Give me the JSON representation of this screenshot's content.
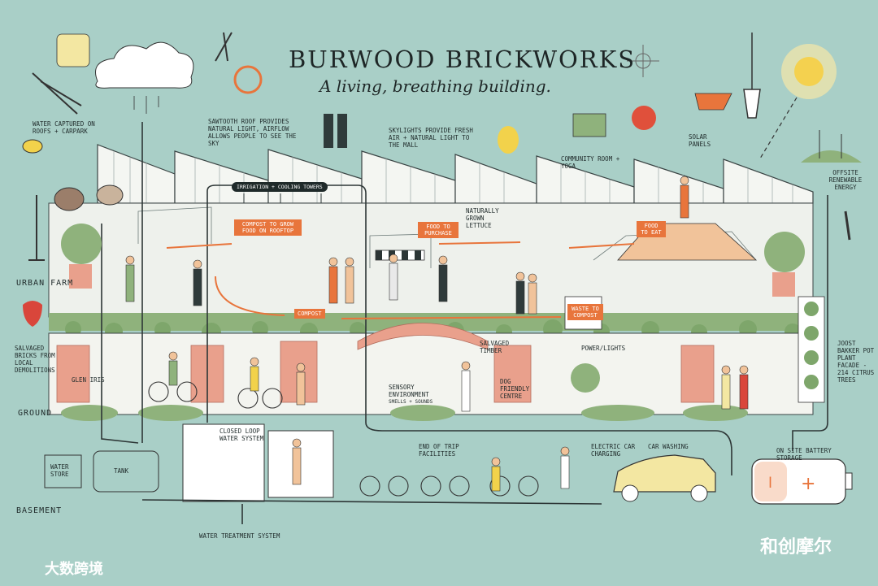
{
  "header": {
    "title": "BURWOOD BRICKWORKS",
    "subtitle": "A living, breathing building."
  },
  "levels": {
    "urban_farm": "URBAN FARM",
    "ground": "GROUND",
    "basement": "BASEMENT"
  },
  "callouts": {
    "water_captured": "WATER CAPTURED ON ROOFS + CARPARK",
    "sawtooth": "SAWTOOTH ROOF PROVIDES NATURAL LIGHT, AIRFLOW ALLOWS PEOPLE TO SEE THE SKY",
    "skylights": "SKYLIGHTS PROVIDE FRESH AIR + NATURAL LIGHT TO THE MALL",
    "community_room": "COMMUNITY ROOM + YOGA",
    "solar_panels": "SOLAR PANELS",
    "offsite_energy": "OFFSITE RENEWABLE ENERGY",
    "irrigation": "IRRIGATION + COOLING TOWERS",
    "naturally_grown": "NATURALLY GROWN LETTUCE",
    "salvaged_bricks": "SALVAGED BRICKS FROM LOCAL DEMOLITIONS",
    "salvaged_timber": "SALVAGED TIMBER",
    "power_lights": "POWER/LIGHTS",
    "sensory": "SENSORY ENVIRONMENT",
    "sensory_sub": "SMELLS + SOUNDS",
    "dog_friendly": "DOG FRIENDLY CENTRE",
    "joost": "JOOST BAKKER POT PLANT FACADE - 214 CITRUS TREES",
    "closed_loop": "CLOSED LOOP WATER SYSTEM",
    "end_of_trip": "END OF TRIP FACILITIES",
    "electric_car": "ELECTRIC CAR CHARGING",
    "car_washing": "CAR WASHING",
    "battery": "ON SITE BATTERY STORAGE",
    "water_store": "WATER STORE",
    "tank": "TANK",
    "water_treatment": "WATER TREATMENT SYSTEM",
    "glen": "GLEN IRIS"
  },
  "tags": {
    "compost_grow": "COMPOST TO GROW FOOD ON ROOFTOP",
    "food_purchase": "FOOD TO PURCHASE",
    "food_eat": "FOOD TO EAT",
    "compost": "COMPOST",
    "waste": "WASTE TO COMPOST"
  },
  "watermark": {
    "left": "大数跨境",
    "right": "和创摩尔"
  },
  "colors": {
    "background": "#a9cfc7",
    "accent_orange": "#e8753c",
    "brick": "#e9a08c",
    "ink": "#1f2a2a",
    "foliage": "#8fb27c"
  }
}
